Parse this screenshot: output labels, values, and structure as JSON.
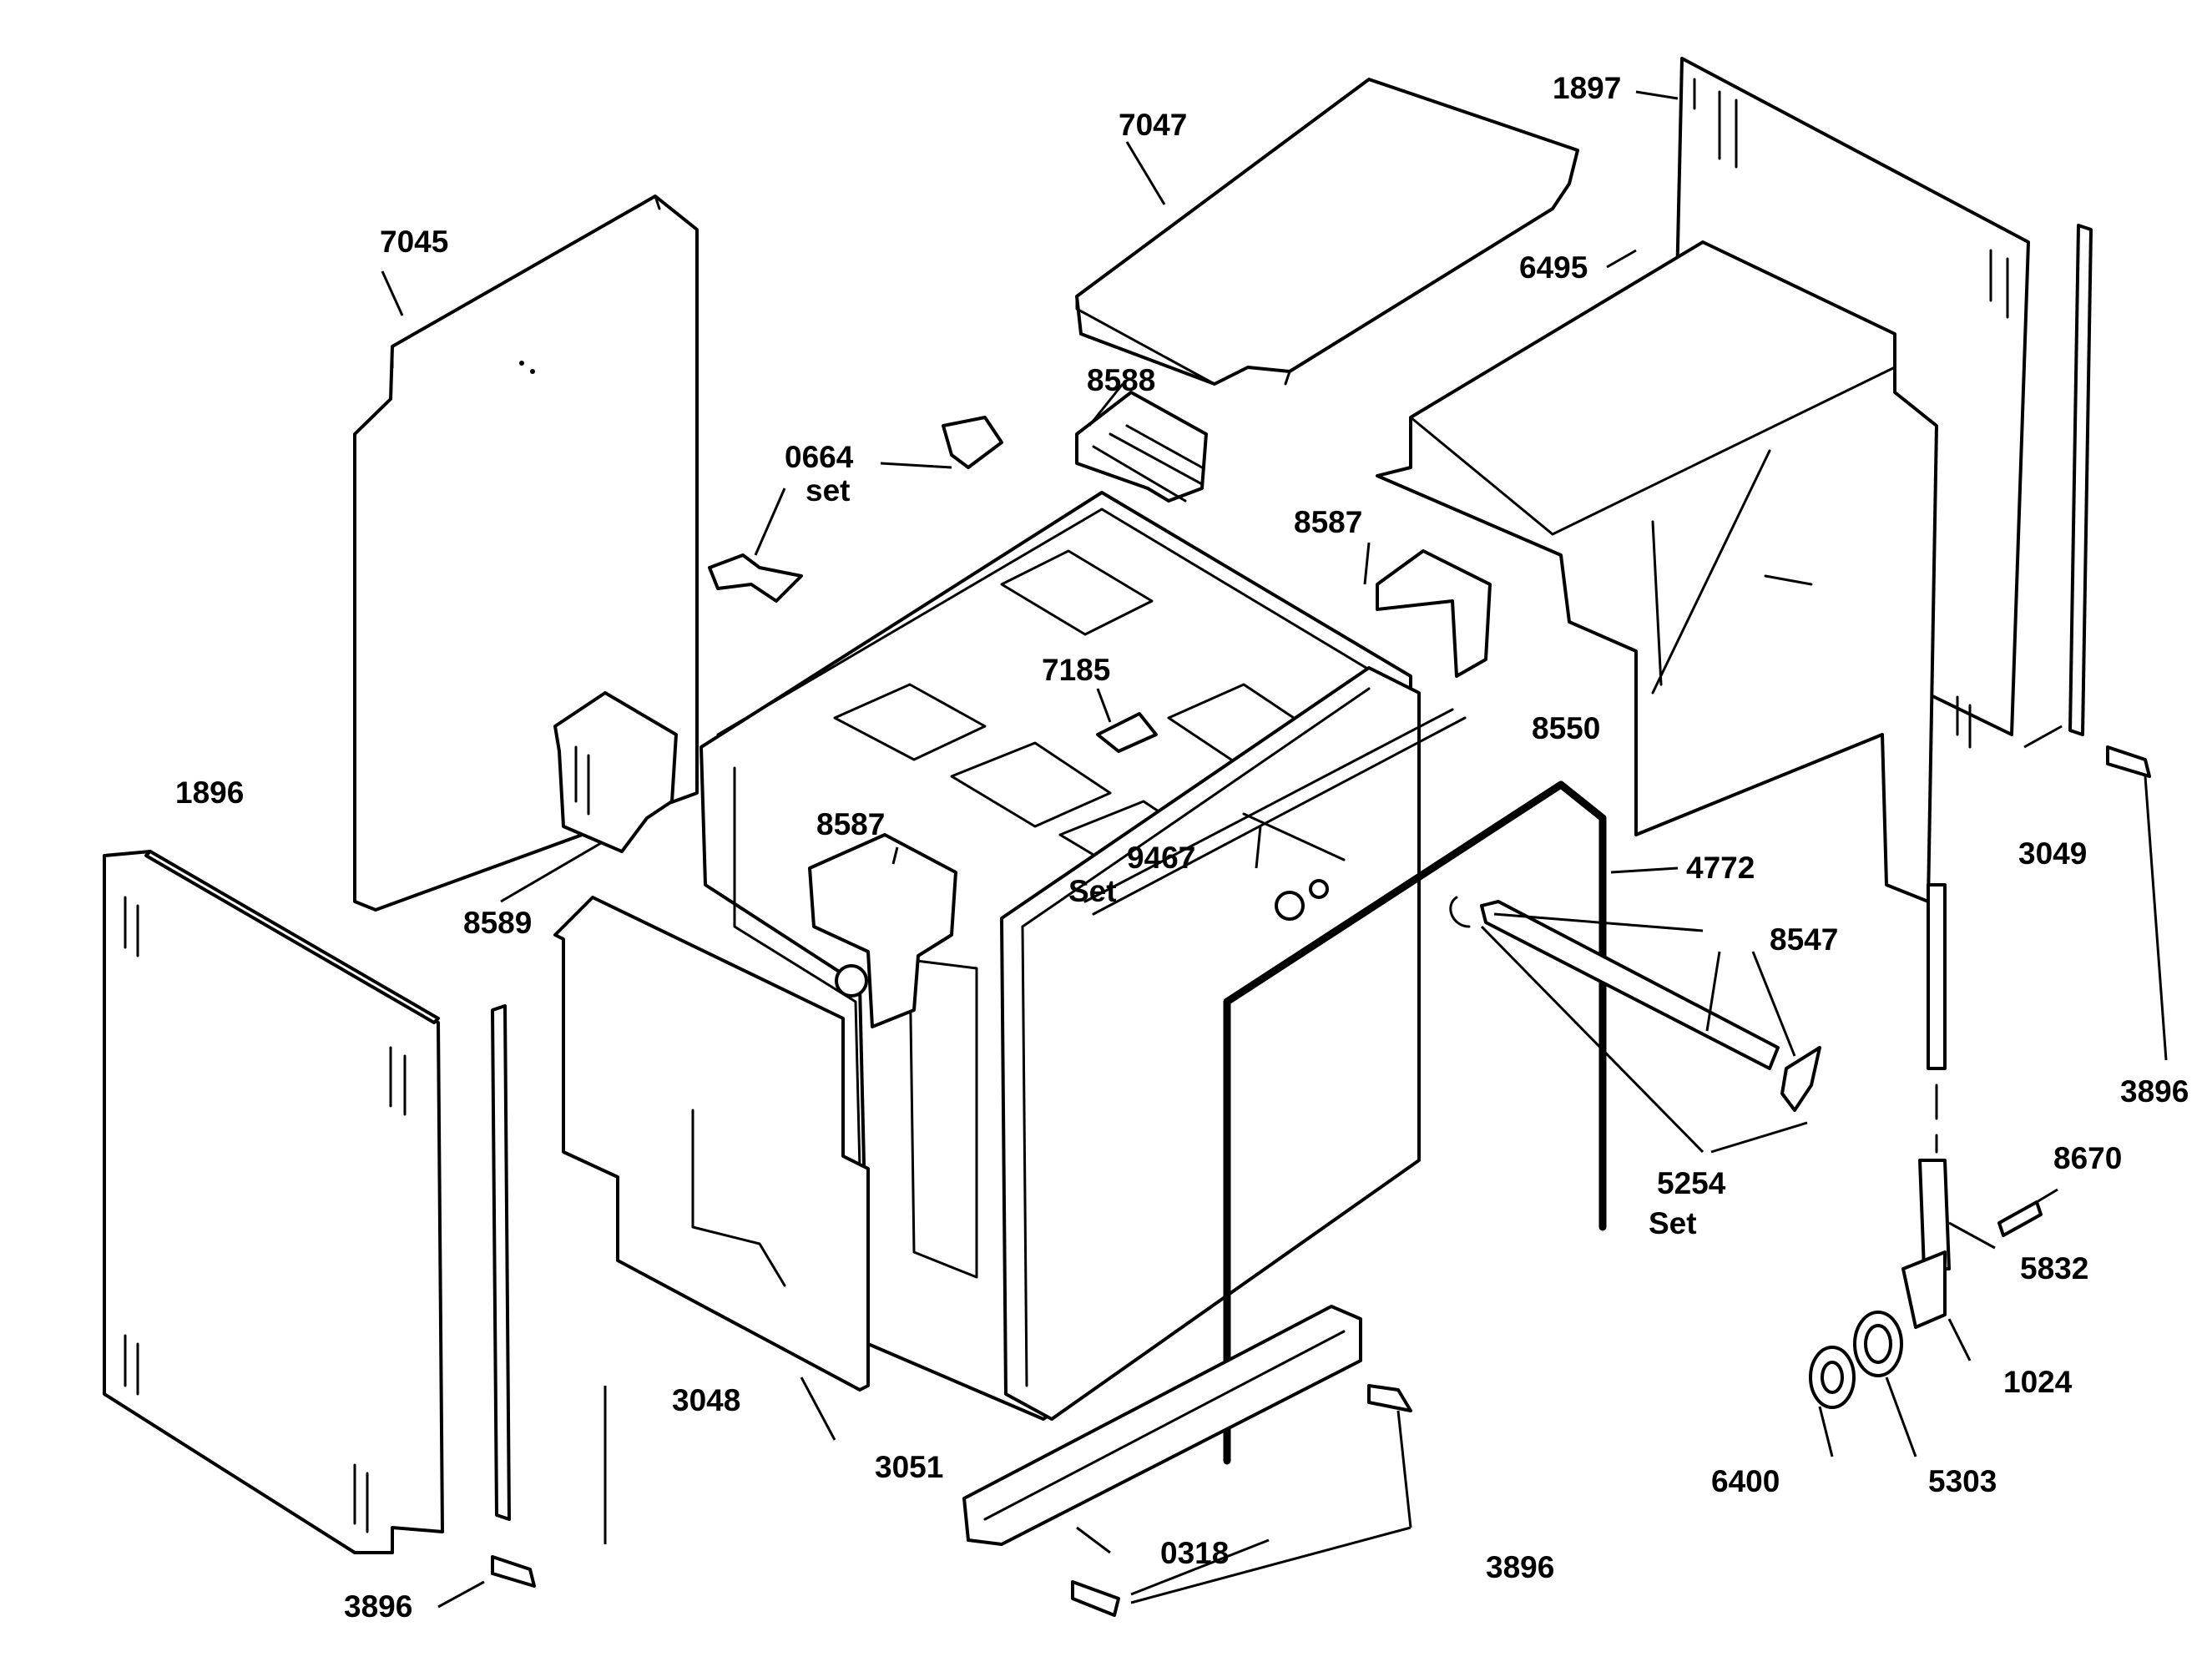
{
  "labels": {
    "p7045": "7045",
    "p7047": "7047",
    "p1897": "1897",
    "p6495": "6495",
    "p8588": "8588",
    "p0664": "0664",
    "p0664_set": "set",
    "p8587_right": "8587",
    "p7185": "7185",
    "p8550": "8550",
    "p8587_center": "8587",
    "p1896": "1896",
    "p9467": "9467",
    "p9467_set": "Set",
    "p4772": "4772",
    "p8589": "8589",
    "p3049": "3049",
    "p8547": "8547",
    "p3896_right": "3896",
    "p8670": "8670",
    "p5254": "5254",
    "p5254_set": "Set",
    "p5832": "5832",
    "p3048": "3048",
    "p1024": "1024",
    "p3051": "3051",
    "p6400": "6400",
    "p5303": "5303",
    "p0318": "0318",
    "p3896_bottom": "3896",
    "p3896_left": "3896"
  }
}
